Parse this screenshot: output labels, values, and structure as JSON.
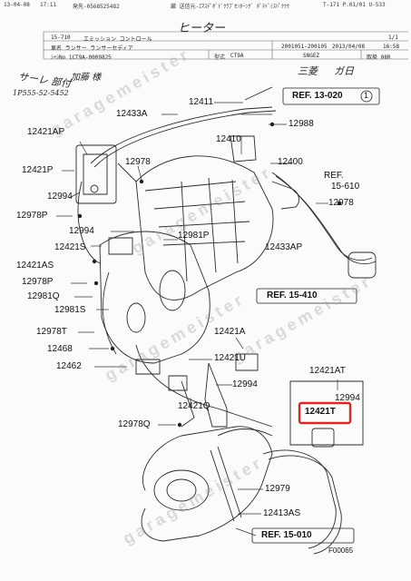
{
  "fax_header": {
    "date": "13-04-08",
    "time": "17:11",
    "sender": "発先-0568525482",
    "title": "厳 送信元-ｴﾏｽﾃﾞﾎﾞﾄﾞｸﾗﾌﾞｾﾝﾀｰﾝｸﾞ ﾎﾟﾃﾄﾞﾐｽﾊﾟｸﾂｸ",
    "page": "T-171  P.01/01  U-533"
  },
  "handwritten": {
    "top_note": "ヒーター",
    "left_note": "サーレ 部付",
    "left_note_2": "加藤 様",
    "left_part": "1P555-52-5452",
    "right_note": "三菱",
    "right_note_2": "ガ日"
  },
  "doc_header": {
    "row1_left": "15-710",
    "row1_mid": "エミッション コントロール",
    "row1_right": "1/1",
    "row2_left": "車名 ランサー ランサーセディア",
    "row2_mid": "2001051-200105",
    "row2_date": "2013/04/08",
    "row2_time": "16:58",
    "row3_left": "ｼｬｼNo 1CT9A-0009825",
    "row3_model_label": "型式",
    "row3_model": "CT9A",
    "row3_mid": "SNGEZ",
    "row3_right": "取扱 08R"
  },
  "watermark": "garagemeister",
  "parts": [
    "REF. 13-020",
    "1",
    "12411",
    "12433A",
    "12988",
    "12410",
    "12421AP",
    "12421P",
    "12978",
    "12400",
    "12994",
    "REF.",
    "15-610",
    "12978P",
    "12978",
    "12994",
    "12981P",
    "12421S",
    "12433AP",
    "12421AS",
    "12978P",
    "12981Q",
    "REF. 15-410",
    "12981S",
    "12978T",
    "12421A",
    "12468",
    "12421U",
    "12462",
    "12421AT",
    "12994",
    "12994",
    "12421Q",
    "12421T",
    "12978Q",
    "12979",
    "12413AS",
    "REF. 15-010"
  ],
  "footer_id": "F00065",
  "highlight_color": "#d62a2a"
}
